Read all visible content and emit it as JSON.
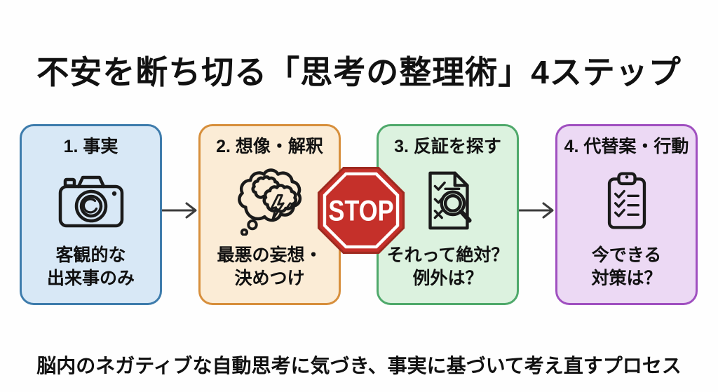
{
  "title": "不安を断ち切る「思考の整理術」4ステップ",
  "caption": "脳内のネガティブな自動思考に気づき、事実に基づいて考え直すプロセス",
  "arrow_color": "#3c3c3c",
  "icon_stroke": "#1a1a1a",
  "stop_sign": {
    "label": "STOP",
    "fill": "#c5302a",
    "border": "#9f2a20",
    "ring": "#ffffff"
  },
  "steps": [
    {
      "title": "1. 事実",
      "description": "客観的な\n出来事のみ",
      "icon": "camera-icon",
      "fill": "#d8e8f6",
      "border": "#3e7cac"
    },
    {
      "title": "2. 想像・解釈",
      "description": "最悪の妄想・\n決めつけ",
      "icon": "thought-storm-icon",
      "fill": "#fbecd6",
      "border": "#d78f3c"
    },
    {
      "title": "3. 反証を探す",
      "description": "それって絶対？\n例外は？",
      "icon": "checklist-magnifier-icon",
      "fill": "#dcf2df",
      "border": "#4fa96b"
    },
    {
      "title": "4. 代替案・行動",
      "description": "今できる\n対策は？",
      "icon": "clipboard-checklist-icon",
      "fill": "#ecd9f4",
      "border": "#a050c0"
    }
  ]
}
